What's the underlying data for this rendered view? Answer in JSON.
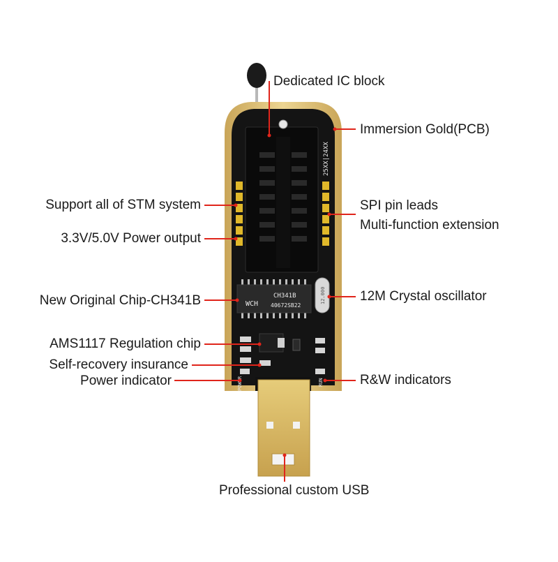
{
  "labels": {
    "ic_block": "Dedicated IC block",
    "immersion_gold": "Immersion Gold(PCB)",
    "support_stm": "Support all of STM system",
    "spi_leads": "SPI pin leads",
    "multi_function": "Multi-function extension",
    "power_output": "3.3V/5.0V Power output",
    "ch341b_chip": "New Original Chip-CH341B",
    "crystal": "12M Crystal oscillator",
    "ams1117": "AMS1117 Regulation chip",
    "self_recovery": "Self-recovery insurance",
    "power_indicator": "Power indicator",
    "rw_indicators": "R&W indicators",
    "usb": "Professional custom USB"
  },
  "board": {
    "chip_marking_1": "CH341B",
    "chip_marking_2": "40672SB22",
    "chip_logo": "WCH",
    "crystal_marking": "12.000",
    "eeprom_silk": "25XX|24XX",
    "power_silk": "POWER",
    "run_silk": "RUN"
  },
  "colors": {
    "leader": "#e0251b",
    "pcb_gold": "#dcc27c",
    "solder_mask": "#141414",
    "usb_plug": "#d9b862",
    "header_pins": "#e0b82a"
  }
}
